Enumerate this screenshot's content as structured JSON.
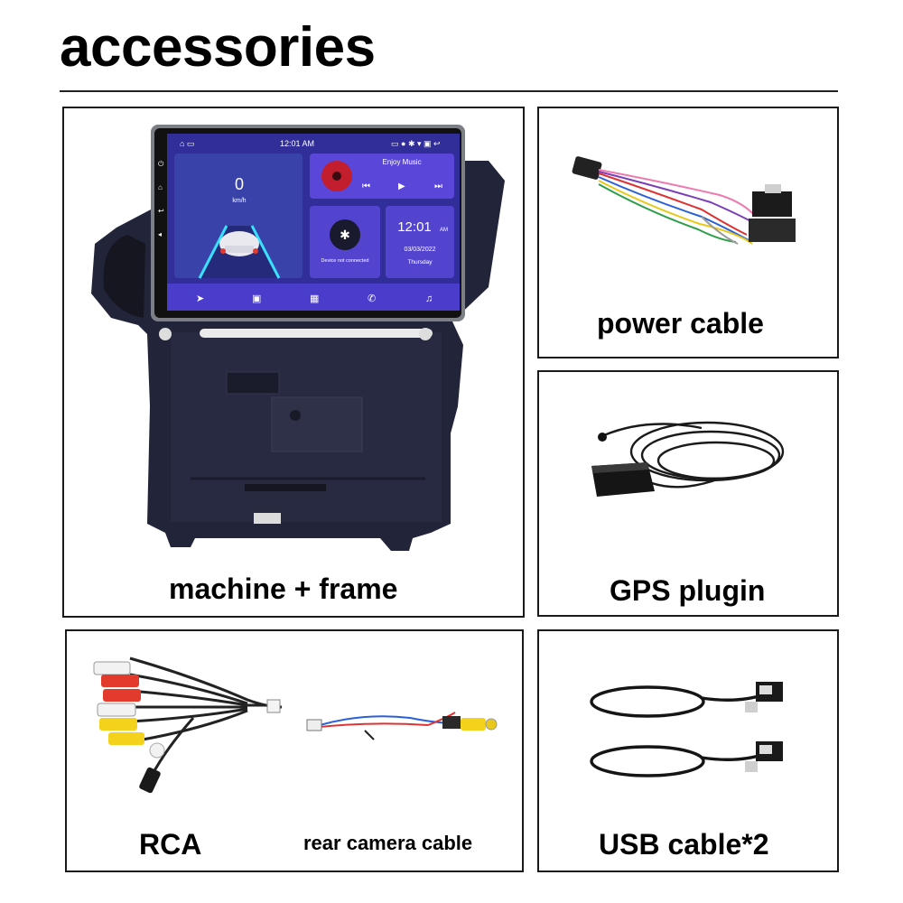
{
  "title": "accessories",
  "panels": {
    "machine": {
      "caption": "machine + frame",
      "screen": {
        "clock_top": "12:01 AM",
        "speed": "0",
        "speed_unit": "km/h",
        "music_label": "Enjoy Music",
        "bt_label": "Device not connected",
        "clock_big": "12:01",
        "clock_ampm": "AM",
        "date": "03/03/2022",
        "weekday": "Thursday"
      }
    },
    "power": {
      "caption": "power cable"
    },
    "gps": {
      "caption": "GPS plugin"
    },
    "rca": {
      "caption": "RCA",
      "caption2": "rear camera cable"
    },
    "usb": {
      "caption": "USB cable*2"
    }
  },
  "colors": {
    "frame": "#1f2230",
    "screen_bg": "#2b2f8a",
    "accent_purple": "#6a3df0",
    "rca_yellow": "#f4d21c",
    "rca_red": "#e23b2e",
    "rca_white": "#f2f2f2"
  }
}
